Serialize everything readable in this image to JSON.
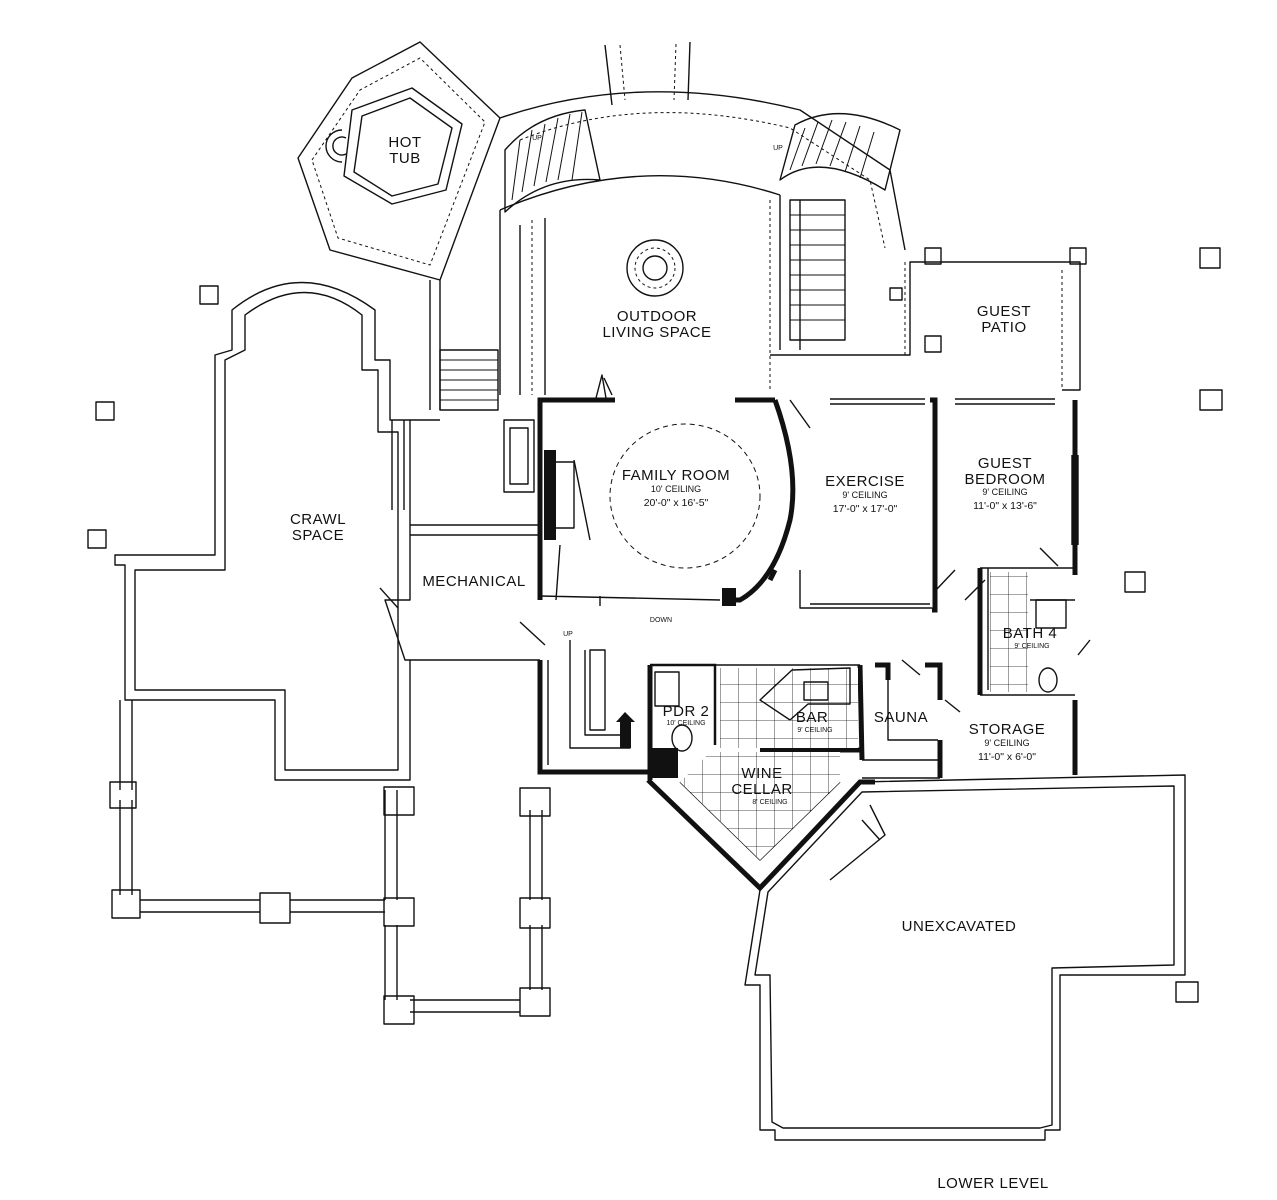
{
  "colors": {
    "ink": "#111111",
    "paper": "#ffffff"
  },
  "rooms": {
    "hot_tub": {
      "name_l1": "HOT",
      "name_l2": "TUB"
    },
    "outdoor_living": {
      "name_l1": "OUTDOOR",
      "name_l2": "LIVING SPACE"
    },
    "guest_patio": {
      "name_l1": "GUEST",
      "name_l2": "PATIO"
    },
    "crawl_space": {
      "name_l1": "CRAWL",
      "name_l2": "SPACE"
    },
    "mechanical": {
      "name": "MECHANICAL"
    },
    "family_room": {
      "name": "FAMILY ROOM",
      "ceiling": "10' CEILING",
      "dims": "20'-0\" x 16'-5\""
    },
    "exercise": {
      "name": "EXERCISE",
      "ceiling": "9' CEILING",
      "dims": "17'-0\" x 17'-0\""
    },
    "guest_bedroom": {
      "name_l1": "GUEST",
      "name_l2": "BEDROOM",
      "ceiling": "9' CEILING",
      "dims": "11'-0\" x 13'-6\""
    },
    "bath4": {
      "name": "BATH 4",
      "ceiling": "9' CEILING"
    },
    "pdr2": {
      "name": "PDR 2",
      "ceiling": "10' CEILING"
    },
    "bar": {
      "name": "BAR",
      "ceiling": "9' CEILING"
    },
    "sauna": {
      "name": "SAUNA"
    },
    "storage": {
      "name": "STORAGE",
      "ceiling": "9' CEILING",
      "dims": "11'-0\" x 6'-0\""
    },
    "wine_cellar": {
      "name_l1": "WINE",
      "name_l2": "CELLAR",
      "ceiling": "8' CEILING"
    },
    "unexcavated": {
      "name": "UNEXCAVATED"
    }
  },
  "stairs": {
    "up_left": "UP",
    "up_right": "UP",
    "up_interior": "UP",
    "down": "DOWN"
  },
  "level_label": "LOWER LEVEL"
}
